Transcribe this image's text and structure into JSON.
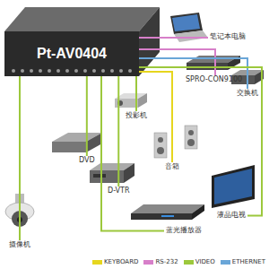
{
  "diagram": {
    "nodes": [
      {
        "text": [
          "Pt-AV0404"
        ]
      },
      {
        "text": [
          "笔记本电脑"
        ]
      },
      {
        "text": [
          "SPRO-CON9100"
        ]
      },
      {
        "text": [
          "交换机"
        ]
      },
      {
        "text": [
          "投影机"
        ]
      },
      {
        "text": [
          "音箱"
        ]
      },
      {
        "text": [
          "DVD"
        ]
      },
      {
        "text": [
          "液晶电视"
        ]
      },
      {
        "text": [
          "D-VTR"
        ]
      },
      {
        "text": [
          "摄像机"
        ]
      },
      {
        "text": [
          "蓝光播放器"
        ]
      }
    ],
    "edges": [
      {
        "from": 0,
        "to": 1,
        "arrow": "none"
      },
      {
        "from": 0,
        "to": 2,
        "arrow": "none"
      },
      {
        "from": 0,
        "to": 3,
        "arrow": "none"
      },
      {
        "from": 0,
        "to": 4,
        "arrow": "none"
      },
      {
        "from": 0,
        "to": 5,
        "arrow": "none"
      },
      {
        "from": 0,
        "to": 6,
        "arrow": "none"
      },
      {
        "from": 0,
        "to": 7,
        "arrow": "none"
      },
      {
        "from": 0,
        "to": 8,
        "arrow": "none"
      },
      {
        "from": 0,
        "to": 9,
        "arrow": "none"
      },
      {
        "from": 0,
        "to": 10,
        "arrow": "none"
      }
    ],
    "legend": [
      {
        "text": "KEYBOARD",
        "color": "#e6d61e"
      },
      {
        "text": "RS-232",
        "color": "#d77fc9"
      },
      {
        "text": "VIDEO",
        "color": "#9cc83c"
      },
      {
        "text": "ETHERNET",
        "color": "#6aa6d8"
      }
    ]
  }
}
